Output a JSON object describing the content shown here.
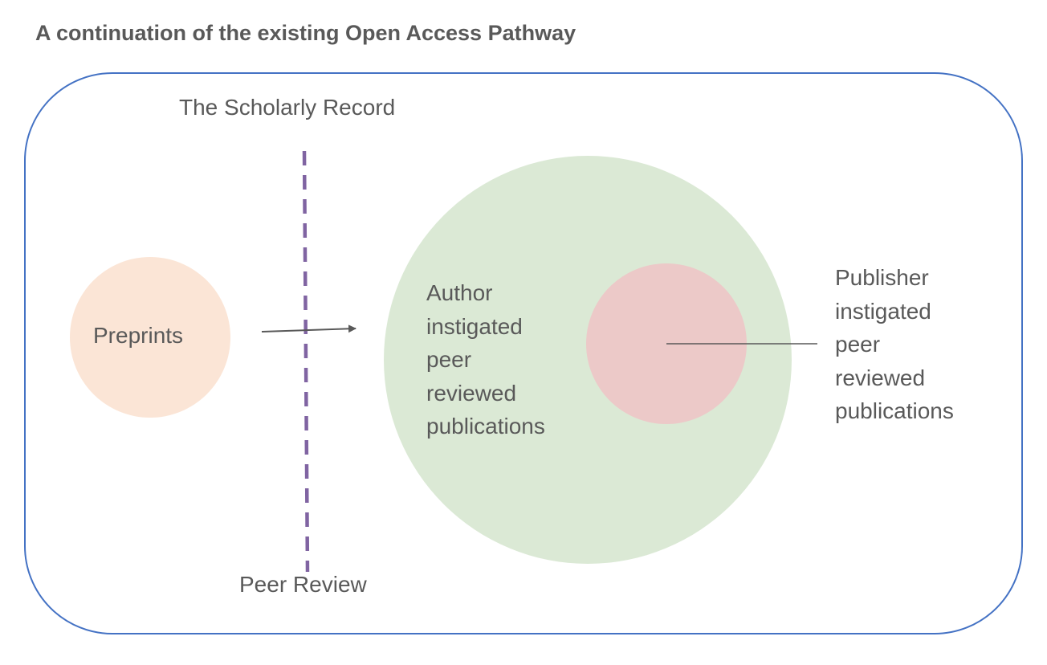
{
  "title": "A continuation of the existing Open Access Pathway",
  "scholarly_record_label": "The Scholarly Record",
  "peer_review_label": "Peer Review",
  "preprints_label": "Preprints",
  "author_label": "Author\ninstigated\npeer\nreviewed\npublications",
  "publisher_label": "Publisher\ninstigated\npeer\nreviewed\npublications",
  "colors": {
    "frame": "#4472c4",
    "divider": "#8064a2",
    "preprints_fill": "#fbe5d6",
    "author_fill": "#dbe9d5",
    "publisher_fill": "#ecc9c8",
    "text": "#595959",
    "arrow": "#595959"
  }
}
